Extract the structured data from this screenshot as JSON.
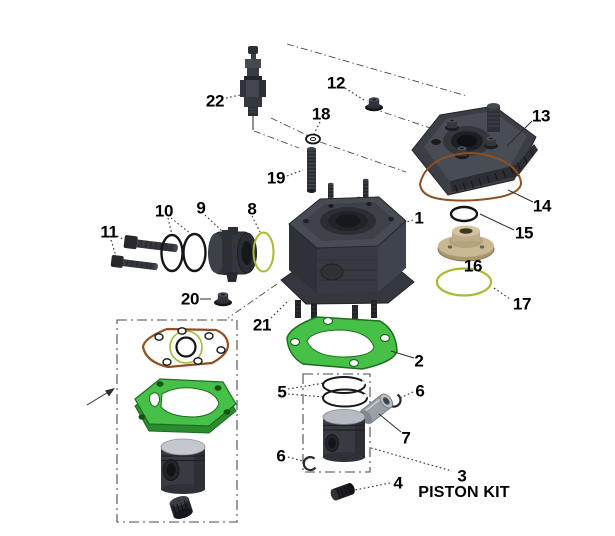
{
  "diagram": {
    "kind": "exploded-parts-diagram",
    "kit_label": "PISTON KIT",
    "callouts": {
      "c1": {
        "part": "cylinder",
        "label": "1"
      },
      "c2": {
        "part": "base-gasket",
        "label": "2"
      },
      "c3": {
        "part": "piston",
        "label": "3"
      },
      "c4": {
        "part": "pin-plug",
        "label": "4"
      },
      "c5": {
        "part": "piston-rings",
        "label": "5"
      },
      "c6a": {
        "part": "circlip-right",
        "label": "6"
      },
      "c6b": {
        "part": "circlip-left",
        "label": "6"
      },
      "c7": {
        "part": "wrist-pin",
        "label": "7"
      },
      "c8": {
        "part": "valve-oring",
        "label": "8"
      },
      "c9": {
        "part": "power-valve",
        "label": "9"
      },
      "c10": {
        "part": "valve-orings",
        "label": "10"
      },
      "c11": {
        "part": "bolts",
        "label": "11"
      },
      "c12": {
        "part": "head-nut",
        "label": "12"
      },
      "c13": {
        "part": "cylinder-head",
        "label": "13"
      },
      "c14": {
        "part": "head-outer-gasket",
        "label": "14"
      },
      "c15": {
        "part": "insert-oring",
        "label": "15"
      },
      "c16": {
        "part": "head-insert",
        "label": "16"
      },
      "c17": {
        "part": "insert-outer-oring",
        "label": "17"
      },
      "c18": {
        "part": "stud-oring",
        "label": "18"
      },
      "c19": {
        "part": "cylinder-stud",
        "label": "19"
      },
      "c20": {
        "part": "flange-nut",
        "label": "20"
      },
      "c21": {
        "part": "gasket-kit",
        "label": "21"
      },
      "c22": {
        "part": "spark-plug",
        "label": "22"
      }
    },
    "colors": {
      "background": "#ffffff",
      "metal_dark": "#3a3d44",
      "metal_darker": "#26282d",
      "metal_light": "#c4c7cd",
      "gasket_green": "#43b843",
      "gasket_green_dark": "#2b8c2b",
      "gasket_green_outline": "#1e6e20",
      "oring_yellow_green": "#aab92f",
      "oring_brown": "#8f4f1f",
      "insert_tan": "#c2b28d",
      "line_black": "#1a1a1a",
      "leader_gray": "#2e2e2e"
    }
  }
}
